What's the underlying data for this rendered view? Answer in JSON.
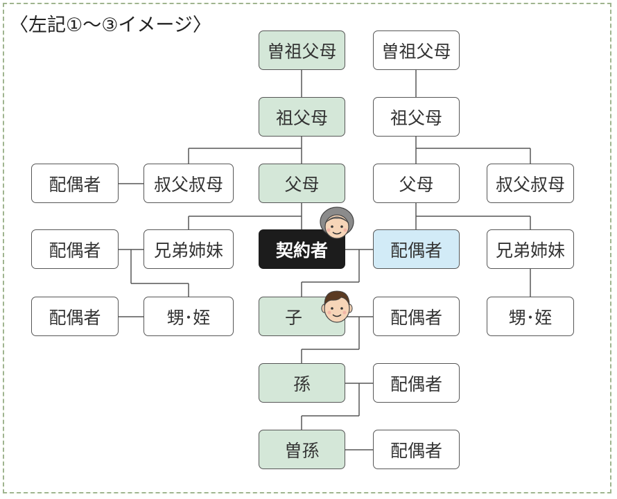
{
  "title": "〈左記①〜③イメージ〉",
  "colors": {
    "lineage_fill": "#d4e7d8",
    "spouse_fill": "#d2ebf7",
    "self_fill": "#1c1c1c",
    "frame_border": "#9fb48f",
    "line": "#555555"
  },
  "nodes": {
    "great_grandparents_left": "曽祖父母",
    "great_grandparents_right": "曽祖父母",
    "grandparents_left": "祖父母",
    "grandparents_right": "祖父母",
    "spouse_of_uncle_aunt": "配偶者",
    "uncle_aunt_left": "叔父叔母",
    "parents_left": "父母",
    "parents_right": "父母",
    "uncle_aunt_right": "叔父叔母",
    "spouse_of_sibling": "配偶者",
    "siblings_left": "兄弟姉妹",
    "policyholder": "契約者",
    "spouse": "配偶者",
    "siblings_right": "兄弟姉妹",
    "spouse_of_nephew_niece": "配偶者",
    "nephew_niece_left": "甥･姪",
    "child": "子",
    "spouse_of_child": "配偶者",
    "nephew_niece_right": "甥･姪",
    "grandchild": "孫",
    "spouse_of_grandchild": "配偶者",
    "great_grandchild": "曽孫",
    "spouse_of_great_grandchild": "配偶者"
  }
}
